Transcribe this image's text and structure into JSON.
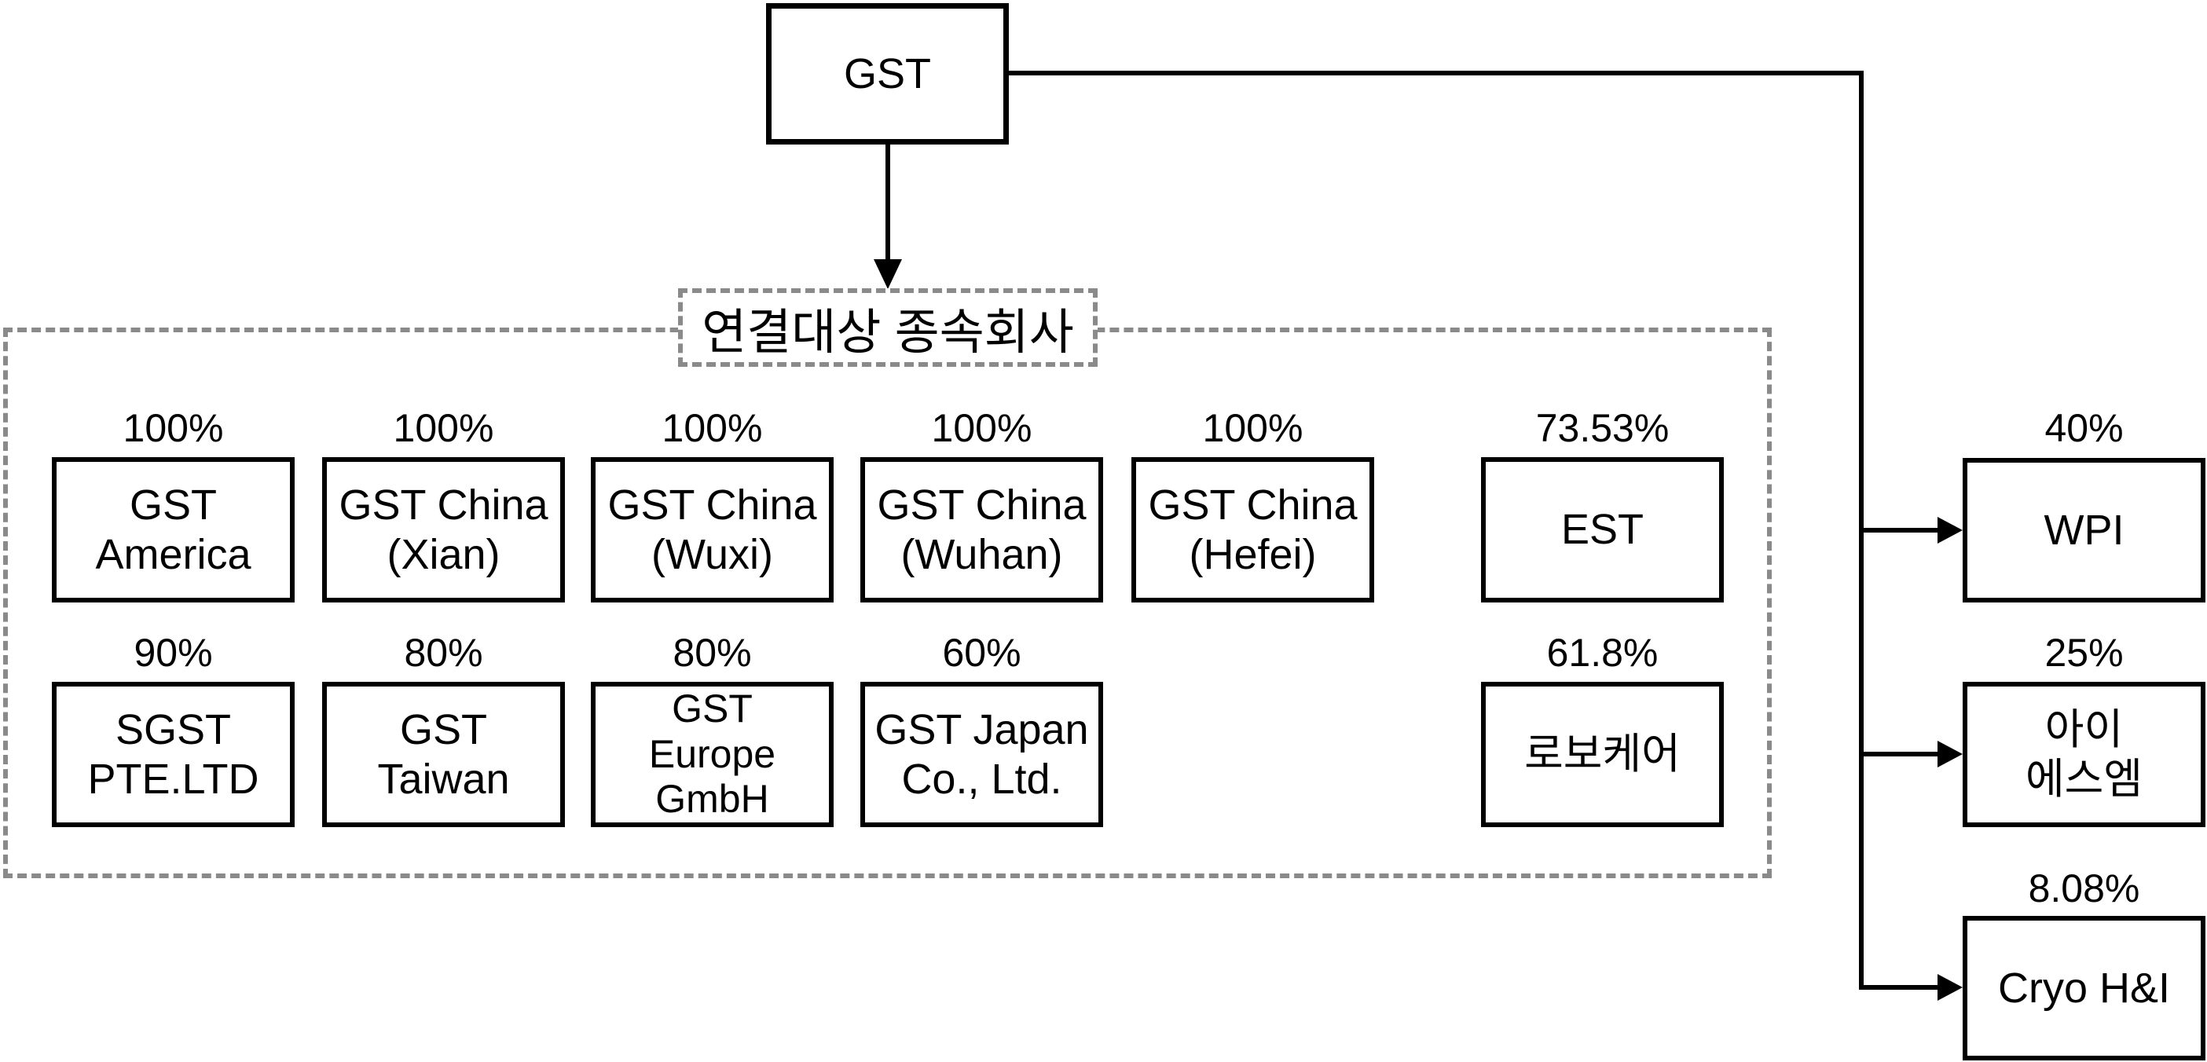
{
  "root": {
    "label": "GST"
  },
  "group": {
    "label": "연결대상 종속회사"
  },
  "subsidiaries_row1": [
    {
      "pct": "100%",
      "name": "GST\nAmerica"
    },
    {
      "pct": "100%",
      "name": "GST China\n(Xian)"
    },
    {
      "pct": "100%",
      "name": "GST China\n(Wuxi)"
    },
    {
      "pct": "100%",
      "name": "GST China\n(Wuhan)"
    },
    {
      "pct": "100%",
      "name": "GST China\n(Hefei)"
    },
    {
      "pct": "73.53%",
      "name": "EST"
    }
  ],
  "subsidiaries_row2": [
    {
      "pct": "90%",
      "name": "SGST\nPTE.LTD"
    },
    {
      "pct": "80%",
      "name": "GST\nTaiwan"
    },
    {
      "pct": "80%",
      "name": "GST\nEurope\nGmbH"
    },
    {
      "pct": "60%",
      "name": "GST Japan\nCo., Ltd."
    },
    {
      "pct": "61.8%",
      "name": "로보케어"
    }
  ],
  "affiliates": [
    {
      "pct": "40%",
      "name": "WPI"
    },
    {
      "pct": "25%",
      "name": "아이\n에스엠"
    },
    {
      "pct": "8.08%",
      "name": "Cryo H&I"
    }
  ],
  "colors": {
    "line": "#000000",
    "dash": "#8a8a8a"
  }
}
